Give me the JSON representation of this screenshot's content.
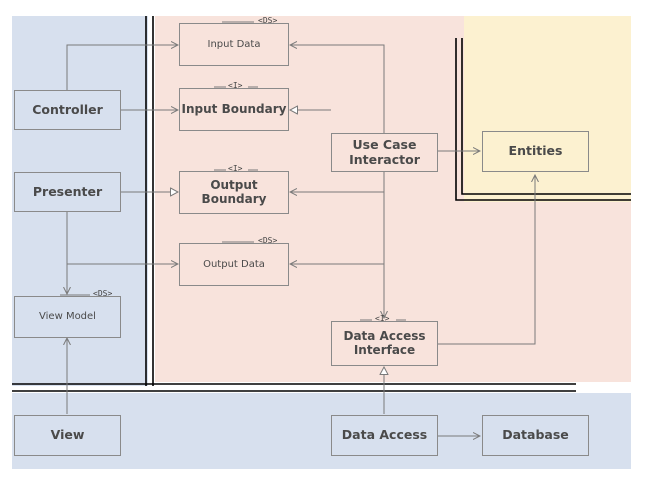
{
  "stereotypes": {
    "ds": "<DS>",
    "interface": "<I>"
  },
  "boxes": {
    "controller": "Controller",
    "presenter": "Presenter",
    "view_model": "View Model",
    "view": "View",
    "input_data": "Input Data",
    "input_boundary": "Input Boundary",
    "output_boundary": "Output Boundary",
    "output_data": "Output Data",
    "use_case_interactor": "Use Case Interactor",
    "entities": "Entities",
    "data_access_interface": "Data Access Interface",
    "data_access": "Data Access",
    "database": "Database"
  },
  "colors": {
    "adapters_blue": "#d7e0ee",
    "use_case_pink": "#f8e3dc",
    "entities_yellow": "#fcf1d0",
    "line": "#7a7a7a"
  }
}
